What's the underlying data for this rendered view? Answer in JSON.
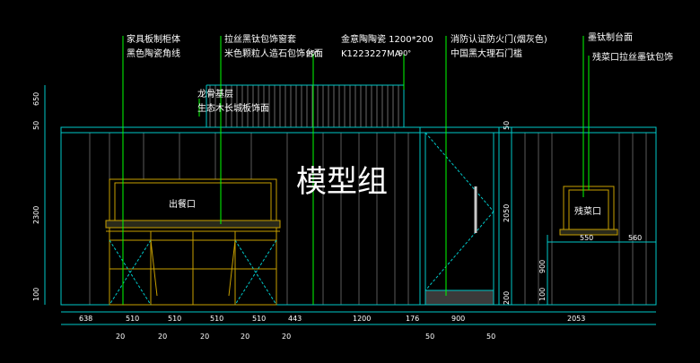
{
  "annotations": {
    "cabinet_top": "家具板制柜体",
    "ceramic_line": "黑色陶瓷角线",
    "brushed_frame": "拉丝黑钛包饰窗套",
    "rice_stone": "米色颗粒人造石包饰台面",
    "tile_name": "金意陶陶瓷 1200*200",
    "tile_code": "K1223227MA",
    "fire_door": "消防认证防火门(烟灰色)",
    "marble_sill": "中国黑大理石门槛",
    "titanium_counter": "墨钛制台面",
    "scrap_frame": "残菜口拉丝墨钛包饰",
    "keel": "龙骨基层",
    "wood_panel": "生态木长城板饰面",
    "serving_window": "出餐口",
    "scrap_window": "残菜口",
    "angle_left": "90°",
    "angle_right": "90°"
  },
  "watermark": "模型组",
  "dimensions": {
    "bottom_main": [
      "638",
      "510",
      "510",
      "510",
      "510",
      "443",
      "1200",
      "176",
      "900",
      "2053"
    ],
    "bottom_small": [
      "20",
      "20",
      "20",
      "20",
      "20",
      "50",
      "50"
    ],
    "left_vertical": [
      "650",
      "50",
      "2300",
      "100"
    ],
    "door_height": "2050",
    "door_top": "50",
    "door_bottom": "200",
    "window_right": [
      "550",
      "560"
    ],
    "window_height": "900",
    "window_bottom": "100"
  },
  "colors": {
    "background": "#000000",
    "wall_cyan": "#00c8c8",
    "cabinet_yellow": "#c8a000",
    "leader_green": "#00ff00",
    "text_white": "#ffffff",
    "grid_gray": "#5a5a5a"
  }
}
